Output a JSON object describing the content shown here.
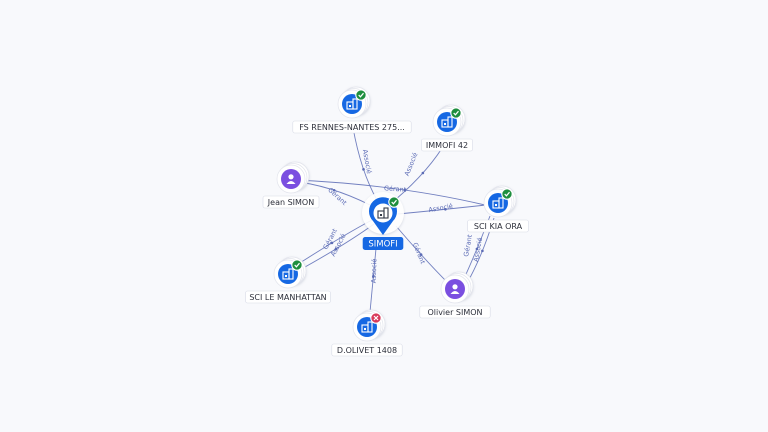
{
  "graph": {
    "center": {
      "id": "simofi",
      "label": "SIMOFI",
      "type": "company",
      "status": "active"
    },
    "nodes": [
      {
        "id": "fs-rennes",
        "label": "FS RENNES-NANTES 275...",
        "type": "company",
        "status": "active"
      },
      {
        "id": "immofi42",
        "label": "IMMOFI 42",
        "type": "company",
        "status": "active"
      },
      {
        "id": "jean-simon",
        "label": "Jean SIMON",
        "type": "person"
      },
      {
        "id": "sci-kia-ora",
        "label": "SCI KIA ORA",
        "type": "company",
        "status": "active"
      },
      {
        "id": "sci-manhattan",
        "label": "SCI LE MANHATTAN",
        "type": "company",
        "status": "active"
      },
      {
        "id": "olivier-simon",
        "label": "Olivier SIMON",
        "type": "person"
      },
      {
        "id": "dolivet",
        "label": "D.OLIVET 1408",
        "type": "company",
        "status": "closed"
      }
    ],
    "edges": [
      {
        "from": "simofi",
        "to": "fs-rennes",
        "label": "Associé"
      },
      {
        "from": "simofi",
        "to": "immofi42",
        "label": "Associé"
      },
      {
        "from": "jean-simon",
        "to": "simofi",
        "label": "Gérant"
      },
      {
        "from": "jean-simon",
        "to": "sci-kia-ora",
        "label": "Gérant"
      },
      {
        "from": "simofi",
        "to": "sci-kia-ora",
        "label": "Associé"
      },
      {
        "from": "simofi",
        "to": "sci-manhattan",
        "label": "Gérant"
      },
      {
        "from": "simofi",
        "to": "sci-manhattan",
        "label": "Associé"
      },
      {
        "from": "olivier-simon",
        "to": "simofi",
        "label": "Gérant"
      },
      {
        "from": "olivier-simon",
        "to": "sci-kia-ora",
        "label": "Gérant"
      },
      {
        "from": "olivier-simon",
        "to": "sci-kia-ora",
        "label": "Associé"
      },
      {
        "from": "simofi",
        "to": "dolivet",
        "label": "Associé"
      }
    ]
  },
  "colors": {
    "company": "#1668e3",
    "person": "#7b4fe0",
    "active": "#1e8e3e",
    "closed": "#d93a5a",
    "edge": "#5b6bb5"
  }
}
